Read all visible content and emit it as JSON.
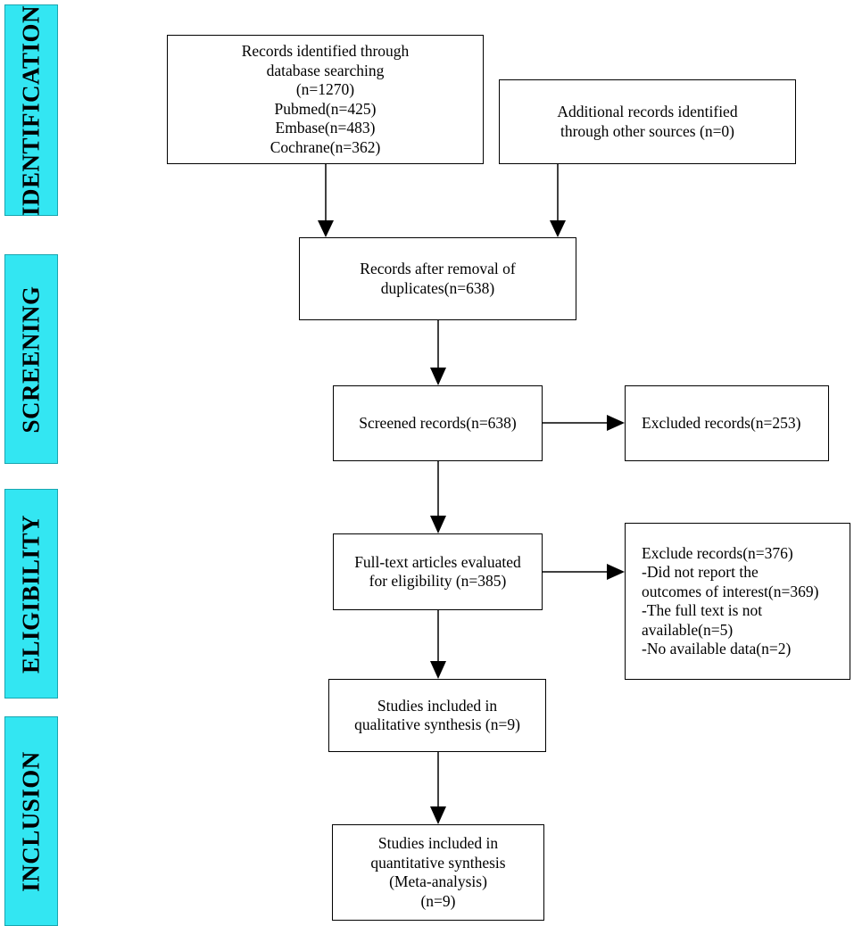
{
  "phases": {
    "identification": "IDENTIFICATION",
    "screening": "SCREENING",
    "eligibility": "ELIGIBILITY",
    "inclusion": "INCLUSION"
  },
  "boxes": {
    "records_identified": [
      "Records identified through",
      "database searching",
      "(n=1270)",
      "Pubmed(n=425)",
      "Embase(n=483)",
      "Cochrane(n=362)"
    ],
    "additional_records": [
      "Additional records identified",
      "through other sources (n=0)"
    ],
    "after_duplicates": [
      "Records after removal of",
      "duplicates(n=638)"
    ],
    "screened": [
      "Screened records(n=638)"
    ],
    "excluded": [
      "Excluded records(n=253)"
    ],
    "fulltext": [
      "Full-text articles evaluated",
      "for eligibility (n=385)"
    ],
    "exclude_reasons": [
      "Exclude records(n=376)",
      "-Did not report the",
      "outcomes of interest(n=369)",
      "-The full text is not",
      "available(n=5)",
      "-No available data(n=2)"
    ],
    "qualitative": [
      "Studies included in",
      "qualitative synthesis (n=9)"
    ],
    "quantitative": [
      "Studies included in",
      "quantitative synthesis",
      "(Meta-analysis)",
      "(n=9)"
    ]
  },
  "colors": {
    "phase_fill": "#33e6f2",
    "line": "#000000"
  }
}
